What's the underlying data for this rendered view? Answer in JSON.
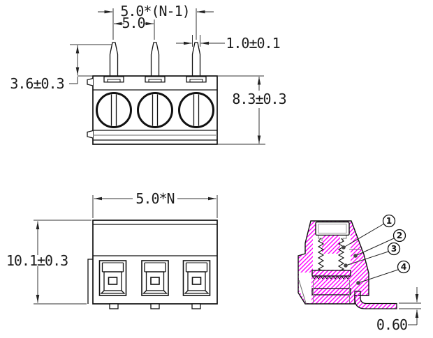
{
  "drawing": {
    "front_view": {
      "dim_pitch_total": "5.0*(N-1)",
      "dim_pitch": "5.0",
      "dim_pin_width": "1.0±0.1",
      "dim_pin_length": "3.6±0.3",
      "dim_body_height": "8.3±0.3"
    },
    "bottom_view": {
      "dim_total_width": "5.0*N",
      "dim_body_height": "10.1±0.3"
    },
    "section_view": {
      "dim_foot_thickness": "0.60",
      "callouts": [
        {
          "label": "1"
        },
        {
          "label": "2"
        },
        {
          "label": "3"
        },
        {
          "label": "4"
        }
      ]
    },
    "colors": {
      "line": "#111111",
      "dim_line": "#333333",
      "gray_line": "#888888",
      "hatch": "#ff00ff"
    }
  }
}
